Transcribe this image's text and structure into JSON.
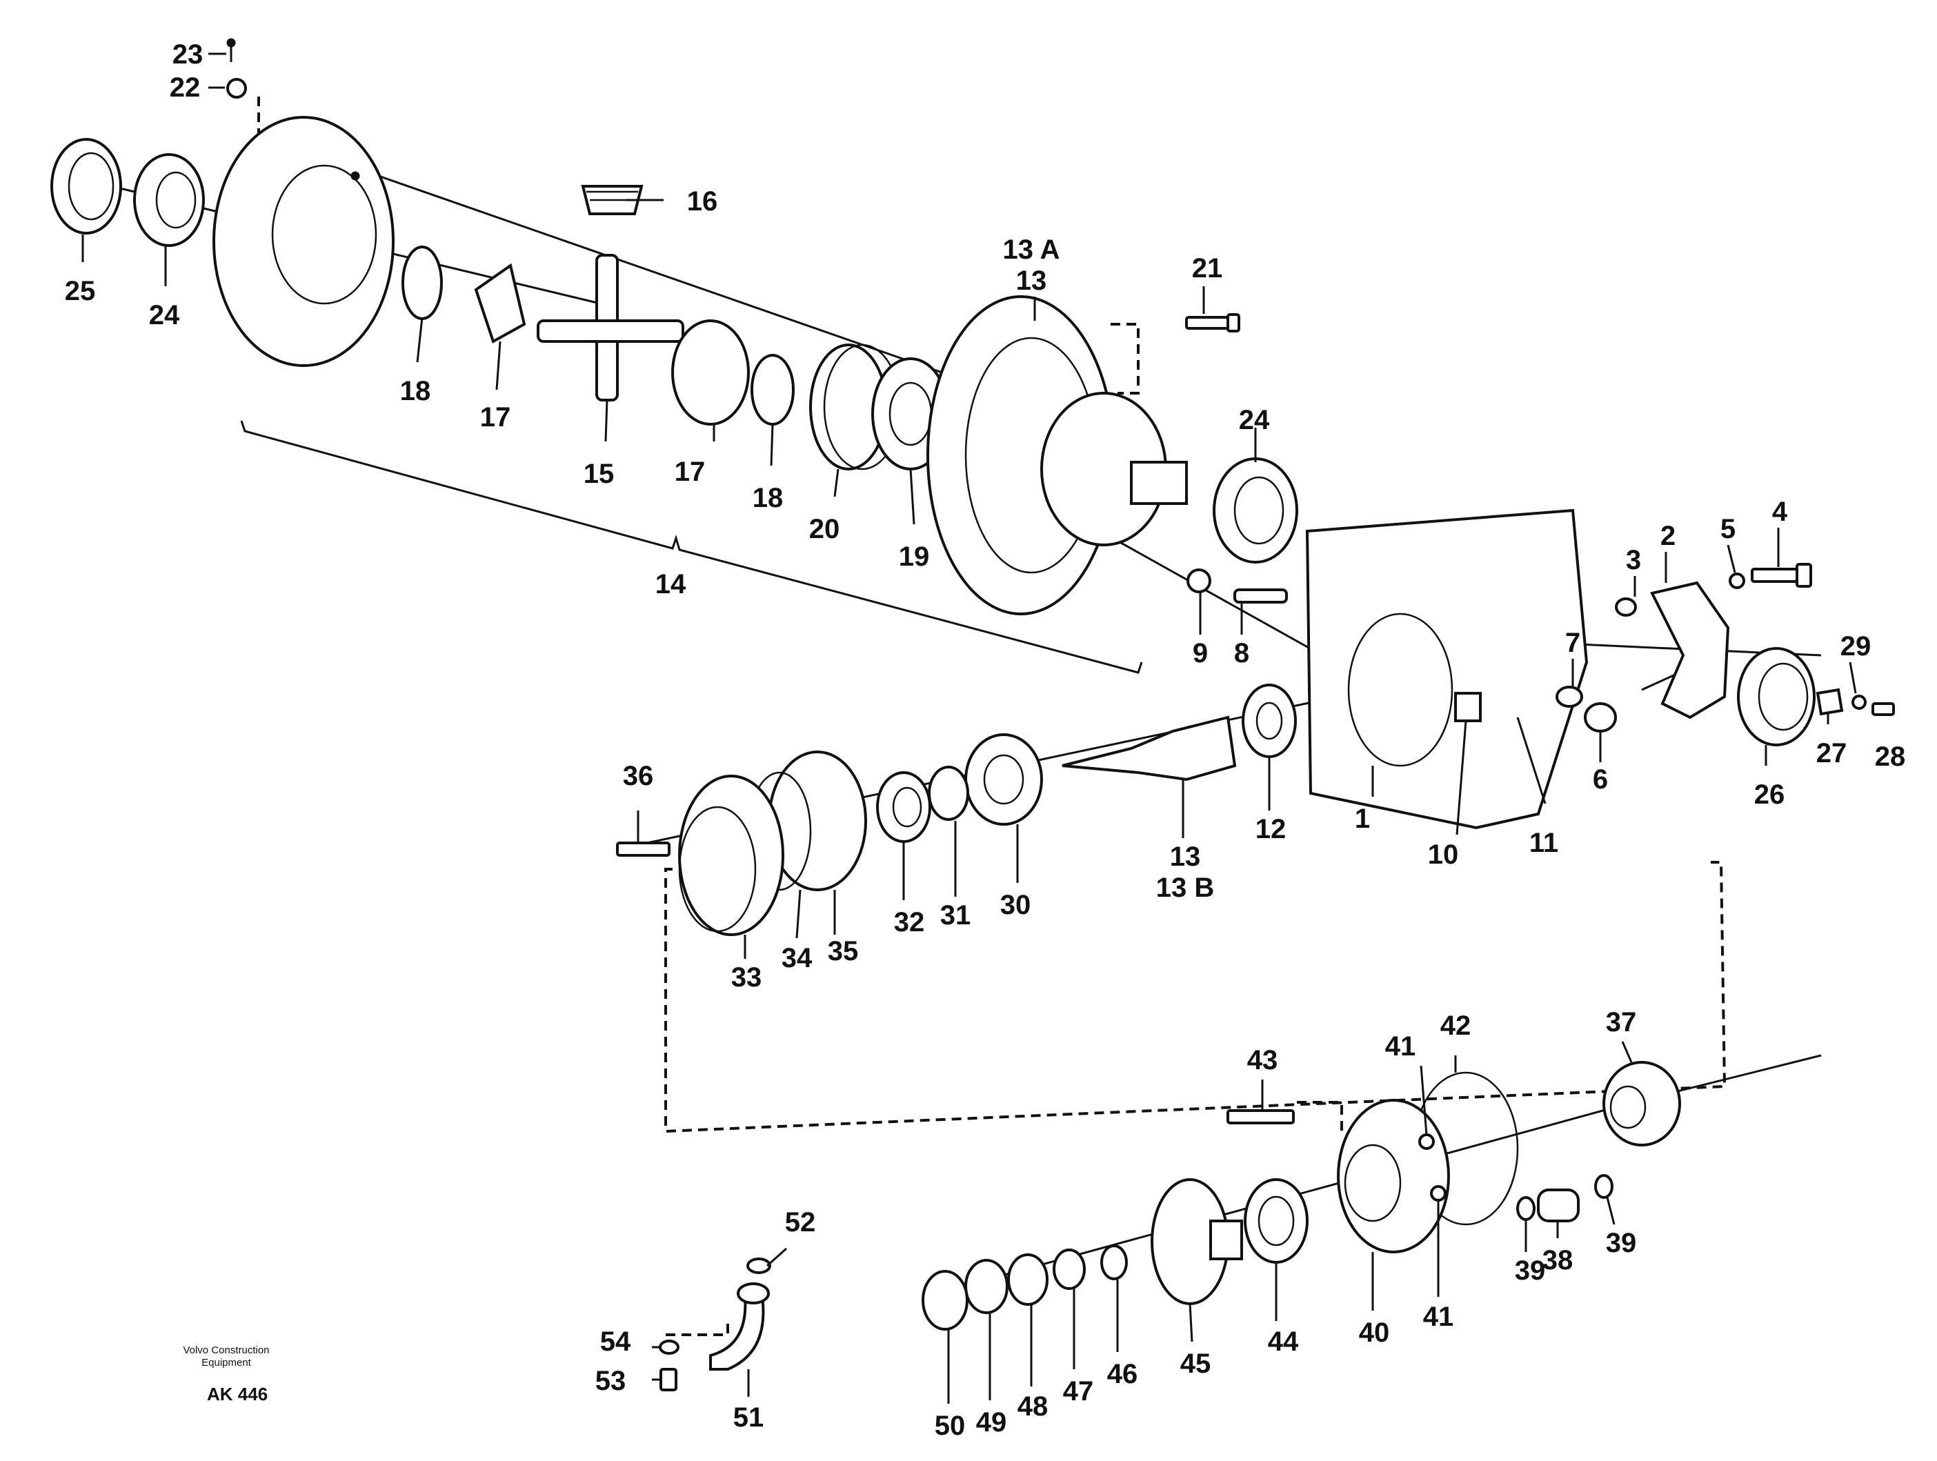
{
  "callouts": [
    {
      "id": "c1",
      "text": "1"
    },
    {
      "id": "c2",
      "text": "2"
    },
    {
      "id": "c3",
      "text": "3"
    },
    {
      "id": "c4",
      "text": "4"
    },
    {
      "id": "c5",
      "text": "5"
    },
    {
      "id": "c6",
      "text": "6"
    },
    {
      "id": "c7",
      "text": "7"
    },
    {
      "id": "c8",
      "text": "8"
    },
    {
      "id": "c9",
      "text": "9"
    },
    {
      "id": "c10",
      "text": "10"
    },
    {
      "id": "c11",
      "text": "11"
    },
    {
      "id": "c12",
      "text": "12"
    },
    {
      "id": "c13a",
      "text": "13 A"
    },
    {
      "id": "c13top",
      "text": "13"
    },
    {
      "id": "c13mid",
      "text": "13"
    },
    {
      "id": "c13b",
      "text": "13 B"
    },
    {
      "id": "c14",
      "text": "14"
    },
    {
      "id": "c15",
      "text": "15"
    },
    {
      "id": "c16",
      "text": "16"
    },
    {
      "id": "c17a",
      "text": "17"
    },
    {
      "id": "c17b",
      "text": "17"
    },
    {
      "id": "c18a",
      "text": "18"
    },
    {
      "id": "c18b",
      "text": "18"
    },
    {
      "id": "c19",
      "text": "19"
    },
    {
      "id": "c20",
      "text": "20"
    },
    {
      "id": "c21",
      "text": "21"
    },
    {
      "id": "c22",
      "text": "22"
    },
    {
      "id": "c23",
      "text": "23"
    },
    {
      "id": "c24a",
      "text": "24"
    },
    {
      "id": "c24b",
      "text": "24"
    },
    {
      "id": "c25",
      "text": "25"
    },
    {
      "id": "c26",
      "text": "26"
    },
    {
      "id": "c27",
      "text": "27"
    },
    {
      "id": "c28",
      "text": "28"
    },
    {
      "id": "c29",
      "text": "29"
    },
    {
      "id": "c30",
      "text": "30"
    },
    {
      "id": "c31",
      "text": "31"
    },
    {
      "id": "c32",
      "text": "32"
    },
    {
      "id": "c33",
      "text": "33"
    },
    {
      "id": "c34",
      "text": "34"
    },
    {
      "id": "c35",
      "text": "35"
    },
    {
      "id": "c36",
      "text": "36"
    },
    {
      "id": "c37",
      "text": "37"
    },
    {
      "id": "c38",
      "text": "38"
    },
    {
      "id": "c39a",
      "text": "39"
    },
    {
      "id": "c39b",
      "text": "39"
    },
    {
      "id": "c40",
      "text": "40"
    },
    {
      "id": "c41a",
      "text": "41"
    },
    {
      "id": "c41b",
      "text": "41"
    },
    {
      "id": "c42",
      "text": "42"
    },
    {
      "id": "c43",
      "text": "43"
    },
    {
      "id": "c44",
      "text": "44"
    },
    {
      "id": "c45",
      "text": "45"
    },
    {
      "id": "c46",
      "text": "46"
    },
    {
      "id": "c47",
      "text": "47"
    },
    {
      "id": "c48",
      "text": "48"
    },
    {
      "id": "c49",
      "text": "49"
    },
    {
      "id": "c50",
      "text": "50"
    },
    {
      "id": "c51",
      "text": "51"
    },
    {
      "id": "c52",
      "text": "52"
    },
    {
      "id": "c53",
      "text": "53"
    },
    {
      "id": "c54",
      "text": "54"
    }
  ],
  "footer": {
    "brand_line1": "Volvo Construction",
    "brand_line2": "Equipment",
    "code": "AK 446"
  }
}
